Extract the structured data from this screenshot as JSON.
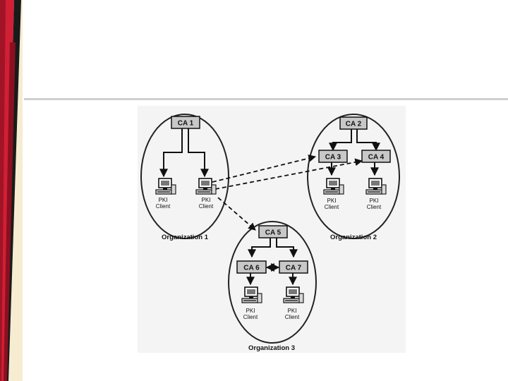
{
  "slide": {
    "accent_colors": {
      "red": "#d11f35",
      "cream": "#f6ecd2",
      "dark": "#1a1a1a",
      "divider": "#cfcfcf"
    }
  },
  "diagram": {
    "organizations": [
      {
        "label": "Organization 1"
      },
      {
        "label": "Organization 2"
      },
      {
        "label": "Organization 3"
      }
    ],
    "cas": [
      {
        "label": "CA 1"
      },
      {
        "label": "CA 2"
      },
      {
        "label": "CA 3"
      },
      {
        "label": "CA 4"
      },
      {
        "label": "CA 5"
      },
      {
        "label": "CA 6"
      },
      {
        "label": "CA 7"
      }
    ],
    "client_label": [
      "PKI",
      "Client"
    ],
    "icons": {
      "computer": "computer-icon"
    },
    "colors": {
      "ca_box": "#c8c8c8",
      "ellipse": "#222222",
      "arrow": "#111111"
    }
  }
}
